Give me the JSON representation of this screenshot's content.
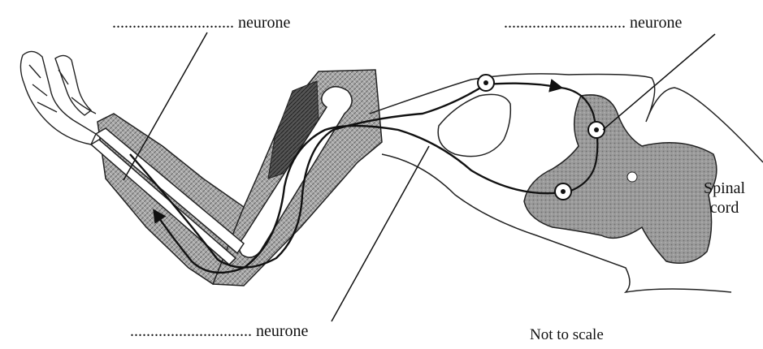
{
  "labels": {
    "top_left": {
      "blank": "..............................",
      "word": "neurone"
    },
    "top_right": {
      "blank": "..............................",
      "word": "neurone"
    },
    "bottom": {
      "blank": "..............................",
      "word": "neurone"
    },
    "spinal": {
      "line1": "Spinal",
      "line2": "cord"
    },
    "scale_note": "Not to scale"
  },
  "colors": {
    "ink": "#111111",
    "tissue": "#8c8c8c",
    "bone": "#ffffff"
  }
}
